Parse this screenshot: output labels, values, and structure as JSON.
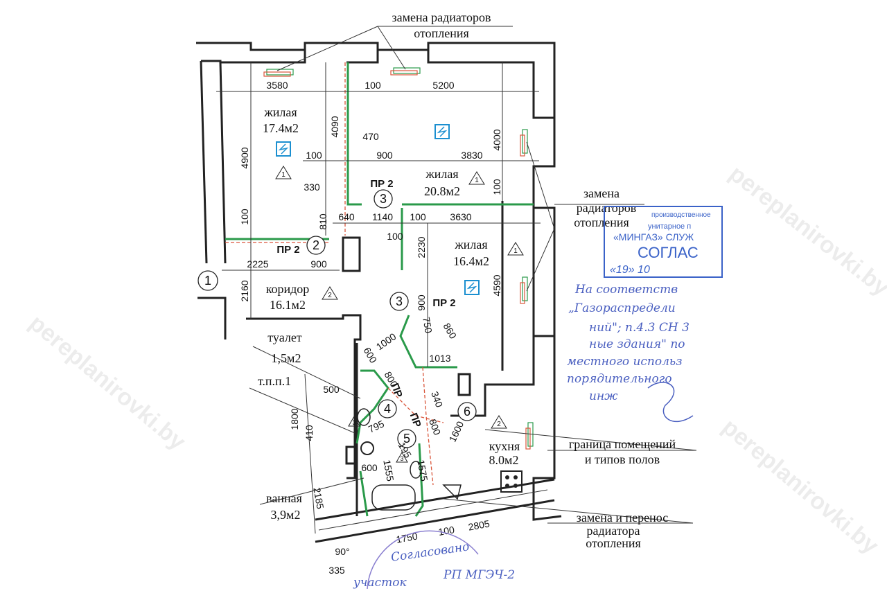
{
  "notes": {
    "radiator_top_1": "замена радиаторов",
    "radiator_top_2": "отопления",
    "radiator_right_1": "замена",
    "radiator_right_2": "радиаторов",
    "radiator_right_3": "отопления",
    "boundary_1": "граница помещений",
    "boundary_2": "и типов полов",
    "move_1": "замена и перенос",
    "move_2": "радиатора",
    "move_3": "отопления"
  },
  "rooms": {
    "living1": {
      "name": "жилая",
      "area": "17.4м2"
    },
    "living2": {
      "name": "жилая",
      "area": "20.8м2"
    },
    "living3": {
      "name": "жилая",
      "area": "16.4м2"
    },
    "corridor": {
      "name": "коридор",
      "area": "16.1м2"
    },
    "toilet": {
      "name": "туалет",
      "area": "1,5м2"
    },
    "bath": {
      "name": "ванная",
      "area": "3,9м2"
    },
    "kitchen": {
      "name": "кухня",
      "area": "8.0м2"
    },
    "tpp": "т.п.п.1"
  },
  "markers": {
    "pr2": "ПР 2",
    "pr": "ПР",
    "c1": "1",
    "c2": "2",
    "c3": "3",
    "c4": "4",
    "c5": "5",
    "c6": "6",
    "t1": "1",
    "t2": "2",
    "t3": "3"
  },
  "dims": {
    "d3580": "3580",
    "d100a": "100",
    "d5200": "5200",
    "d4090": "4090",
    "d4900": "4900",
    "d470": "470",
    "d100b": "100",
    "d900a": "900",
    "d3830": "3830",
    "d4000": "4000",
    "d330": "330",
    "d100c": "100",
    "d100d": "100",
    "d810": "810",
    "d640": "640",
    "d1140": "1140",
    "d100e": "100",
    "d3630": "3630",
    "d100f": "100",
    "d2225": "2225",
    "d900b": "900",
    "d2230": "2230",
    "d2160": "2160",
    "d900c": "900",
    "d4590": "4590",
    "d1000": "1000",
    "d750": "750",
    "d860": "860",
    "d1013": "1013",
    "d600a": "600",
    "d800a": "800",
    "d500": "500",
    "d1800": "1800",
    "d410": "410",
    "d340": "340",
    "d800b": "800",
    "d795": "795",
    "d1600": "1600",
    "d600b": "600",
    "d1555": "1555",
    "d195": "195",
    "d1575": "1575",
    "d2185": "2185",
    "d1750": "1750",
    "d100g": "100",
    "d2805": "2805",
    "d90": "90°",
    "d335": "335"
  },
  "stamp": {
    "line1": "производственное",
    "line2": "унитарное п",
    "line3": "«МИНГАЗ» СЛУЖ",
    "line4": "СОГЛАС",
    "date": "«19»      10"
  },
  "handwriting": {
    "l1": "На соответств",
    "l2": "„Газораспредели",
    "l3": "ний\"; п.4.3 СН 3",
    "l4": "ные здания\" по",
    "l5": "местного использ",
    "l6": "порядительного",
    "l7": "инж",
    "l8": "Согласовано",
    "l9": "РП МГЭЧ-2",
    "l10": "участок"
  },
  "watermark": "pereplanirovki.by"
}
